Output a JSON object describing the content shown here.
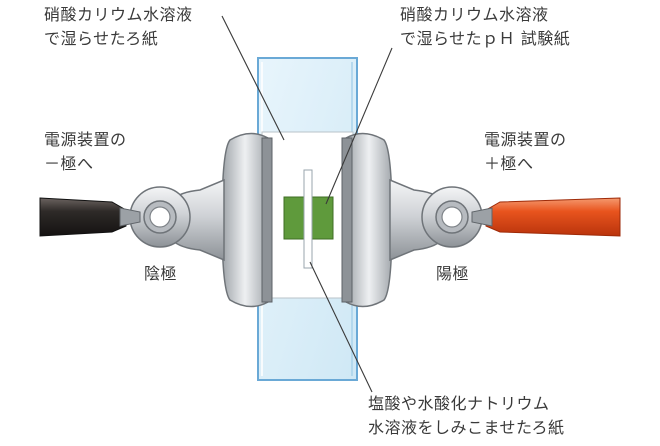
{
  "labels": {
    "filter_paper_top_left": [
      "硝酸カリウム水溶液",
      "で湿らせたろ紙"
    ],
    "ph_paper_top_right": [
      "硝酸カリウム水溶液",
      "で湿らせたｐＨ 試験紙"
    ],
    "power_negative": [
      "電源装置の",
      "－極へ"
    ],
    "power_positive": [
      "電源装置の",
      "＋極へ"
    ],
    "cathode": "陰極",
    "anode": "陽極",
    "test_paper_bottom": [
      "塩酸や水酸化ナトリウム",
      "水溶液をしみこませたろ紙"
    ]
  },
  "colors": {
    "glass": "#d9eef8",
    "glass_edge": "#6aa9d6",
    "clip_metal": "#c8cbcf",
    "clip_dark": "#7f8489",
    "ph_paper": "#5f9a3c",
    "negative_wire": "#2a2624",
    "positive_wire": "#e8541e",
    "leader_line": "#3a3a3a"
  }
}
